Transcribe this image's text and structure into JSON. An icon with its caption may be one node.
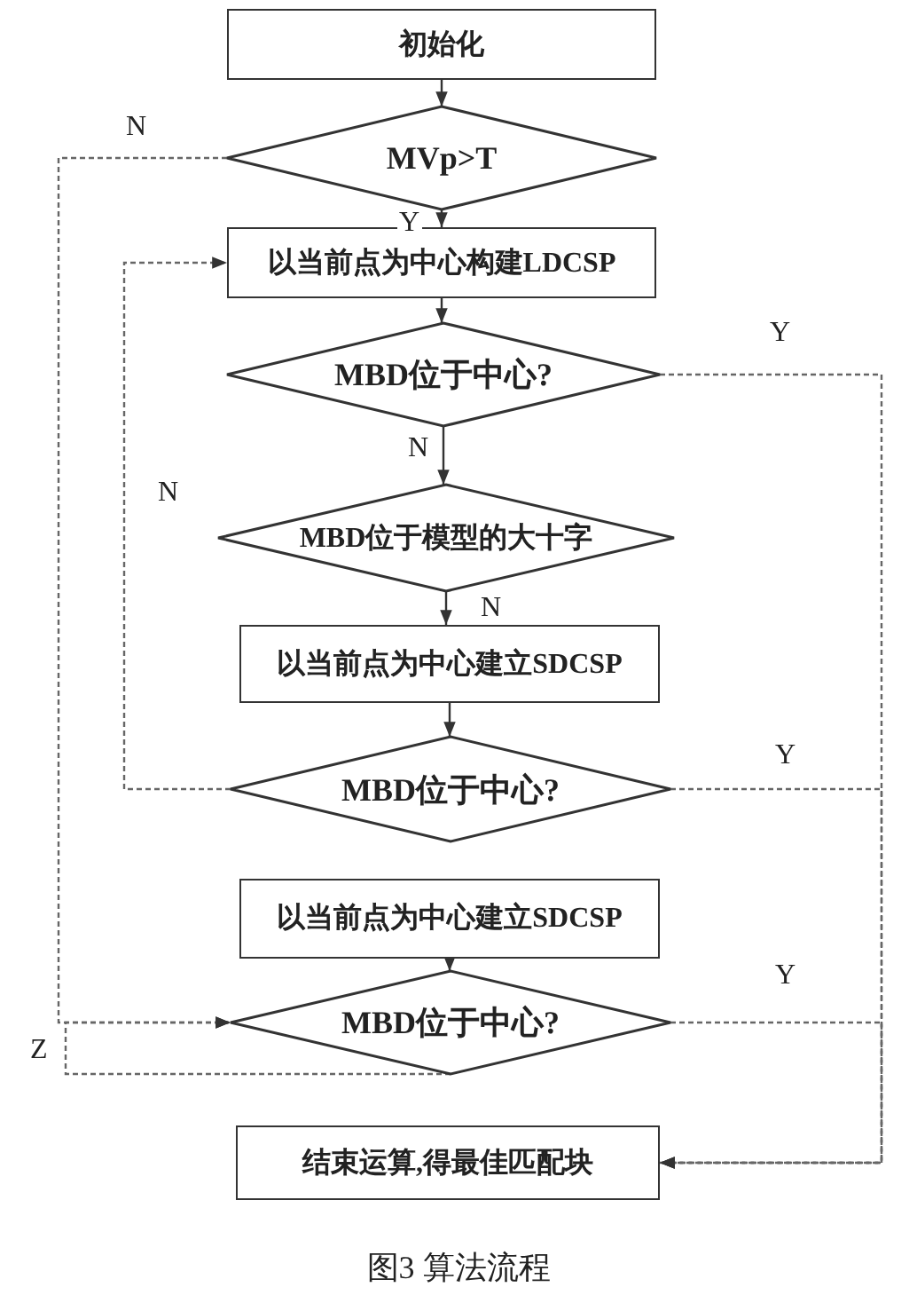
{
  "diagram": {
    "caption": "图3 算法流程",
    "nodes": [
      {
        "text": [
          "初始化"
        ]
      },
      {
        "text": [
          "MVp>T"
        ]
      },
      {
        "text": [
          "以当前点为中心构建LDCSP"
        ]
      },
      {
        "text": [
          "MBD位于中心?"
        ]
      },
      {
        "text": [
          "MBD位于模型的大十字"
        ]
      },
      {
        "text": [
          "以当前点为中心建立SDCSP"
        ]
      },
      {
        "text": [
          "MBD位于中心?"
        ]
      },
      {
        "text": [
          "以当前点为中心建立SDCSP"
        ]
      },
      {
        "text": [
          "MBD位于中心?"
        ]
      },
      {
        "text": [
          "结束运算,得最佳匹配块"
        ]
      }
    ],
    "edges": [
      {
        "from": 0,
        "to": 1,
        "arrow": "to"
      },
      {
        "from": 1,
        "to": 2,
        "arrow": "to",
        "label": "Y"
      },
      {
        "from": 1,
        "to": 8,
        "arrow": "to",
        "label": "N",
        "style": "dashed"
      },
      {
        "from": 2,
        "to": 3,
        "arrow": "to"
      },
      {
        "from": 3,
        "to": 9,
        "arrow": "to",
        "label": "Y",
        "style": "dashed"
      },
      {
        "from": 3,
        "to": 4,
        "arrow": "to",
        "label": "N"
      },
      {
        "from": 4,
        "to": 5,
        "arrow": "to",
        "label": "N"
      },
      {
        "from": 5,
        "to": 6,
        "arrow": "to"
      },
      {
        "from": 6,
        "to": 9,
        "arrow": "to",
        "label": "Y",
        "style": "dashed"
      },
      {
        "from": 6,
        "to": 2,
        "arrow": "to",
        "label": "N",
        "style": "dashed"
      },
      {
        "from": 7,
        "to": 8,
        "arrow": "to"
      },
      {
        "from": 8,
        "to": 9,
        "arrow": "to",
        "label": "Y",
        "style": "dashed"
      },
      {
        "from": 8,
        "to": 8,
        "arrow": "to",
        "label": "Z",
        "style": "dashed"
      }
    ]
  }
}
